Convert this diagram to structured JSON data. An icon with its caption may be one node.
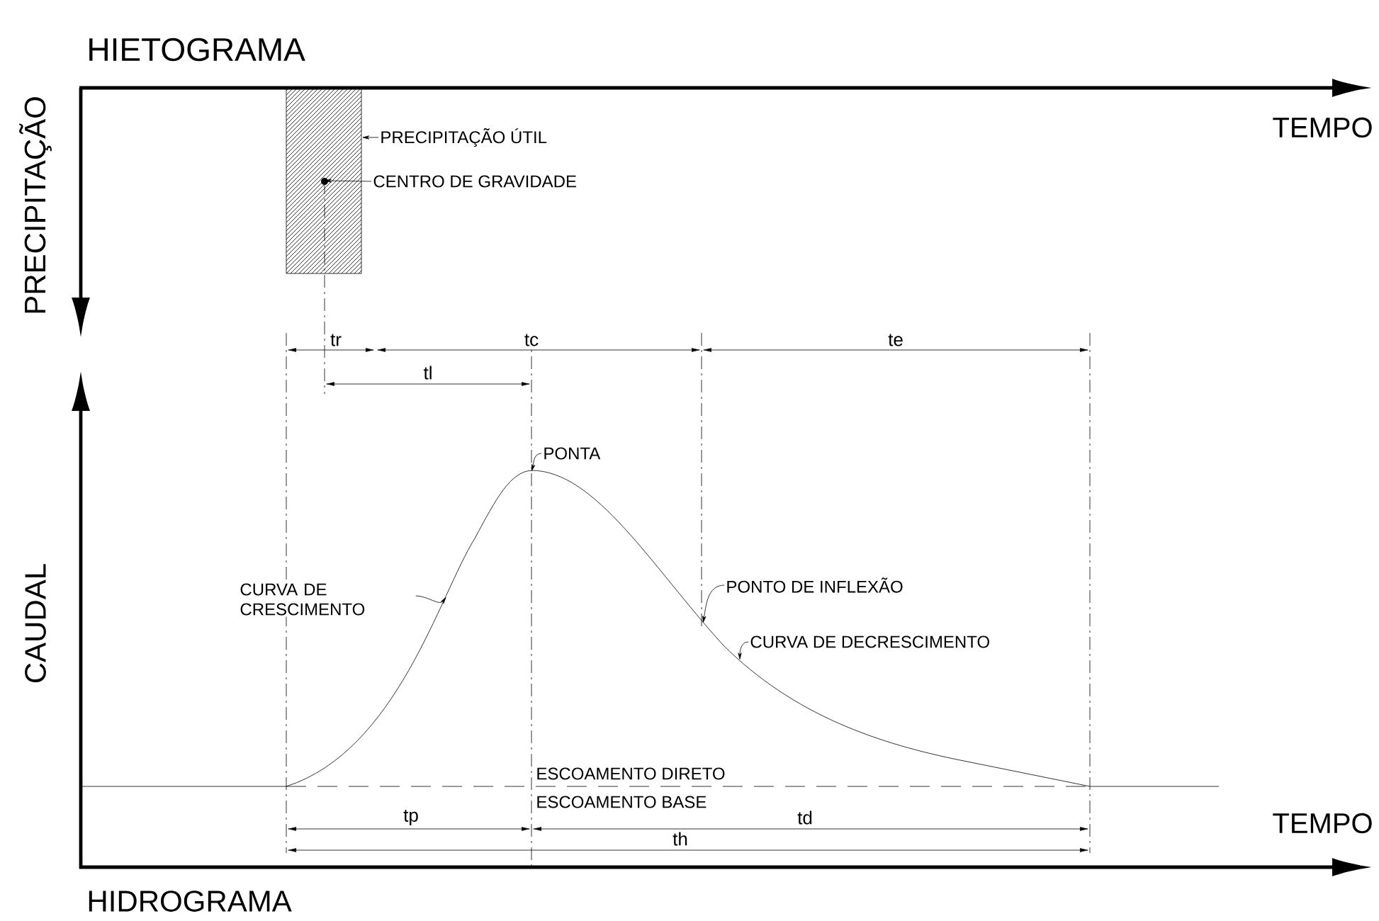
{
  "diagram": {
    "title": "HIETOGRAMA",
    "caption": "HIDROGRAMA",
    "nodes": [
      {
        "text": [],
        "shape": "bar"
      },
      {
        "text": [
          "PRECIPITAÇÃO ÚTIL"
        ]
      },
      {
        "text": [
          "CENTRO DE GRAVIDADE"
        ]
      },
      {
        "text": [
          "PONTA"
        ]
      },
      {
        "text": [
          "CURVA DE CRESCIMENTO"
        ]
      },
      {
        "text": [
          "PONTO DE INFLEXÃO"
        ]
      },
      {
        "text": [
          "CURVA DE DECRESCIMENTO"
        ]
      }
    ],
    "edges": [
      {
        "from": 1,
        "to": 0,
        "arrow": "to"
      },
      {
        "from": 2,
        "to": 0,
        "arrow": "to"
      },
      {
        "from": 3,
        "to": null,
        "arrow": "to"
      },
      {
        "from": 4,
        "to": null,
        "arrow": "to"
      },
      {
        "from": 5,
        "to": null,
        "arrow": "to"
      },
      {
        "from": 6,
        "to": null,
        "arrow": "to"
      }
    ],
    "labels": [
      "PRECIPITAÇÃO",
      "TEMPO",
      "tr",
      "tc",
      "te",
      "tl",
      "CAUDAL",
      "ESCOAMENTO DIRETO",
      "ESCOAMENTO BASE",
      "tp",
      "td",
      "th",
      "TEMPO"
    ]
  }
}
